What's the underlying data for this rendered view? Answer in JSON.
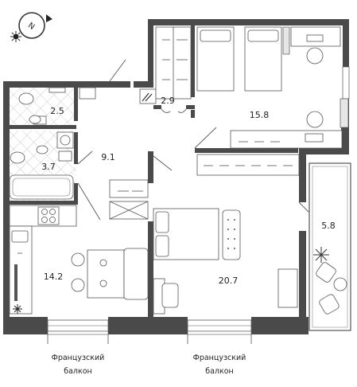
{
  "rooms": {
    "bathroom_small": {
      "area": "2.5"
    },
    "bathroom_large": {
      "area": "3.7"
    },
    "hallway": {
      "area": "9.1"
    },
    "storage": {
      "area": "2.9"
    },
    "bedroom_kids": {
      "area": "15.8"
    },
    "kitchen": {
      "area": "14.2"
    },
    "bedroom_master": {
      "area": "20.7"
    },
    "balcony": {
      "area": "5.8"
    }
  },
  "balcony_labels": {
    "left": {
      "line1": "Французский",
      "line2": "балкон"
    },
    "right": {
      "line1": "Французский",
      "line2": "балкон"
    }
  },
  "compass": {
    "letter": "N"
  },
  "colors": {
    "wall": "#4a4a4a",
    "stroke": "#555555",
    "text": "#222222"
  }
}
